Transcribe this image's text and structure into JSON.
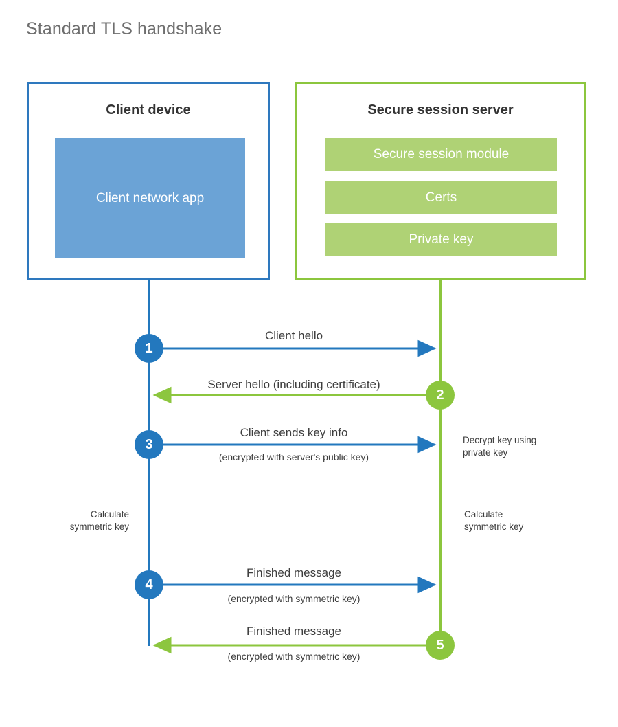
{
  "title": "Standard TLS handshake",
  "parties": {
    "client": {
      "title": "Client device",
      "app_label": "Client network app",
      "border_color": "#2E78BE",
      "fill_color": "#6BA3D6"
    },
    "server": {
      "title": "Secure session server",
      "border_color": "#8CC63E",
      "bar_color": "#AFD275",
      "components": [
        {
          "label": "Secure session module"
        },
        {
          "label": "Certs"
        },
        {
          "label": "Private key"
        }
      ]
    }
  },
  "steps": [
    {
      "number": "1",
      "label": "Client hello",
      "sublabel": "",
      "direction": "client-to-server",
      "color": "#2378BE"
    },
    {
      "number": "2",
      "label": "Server hello (including certificate)",
      "sublabel": "",
      "direction": "server-to-client",
      "color": "#8CC63E"
    },
    {
      "number": "3",
      "label": "Client sends key info",
      "sublabel": "(encrypted with server's public key)",
      "direction": "client-to-server",
      "color": "#2378BE"
    },
    {
      "number": "4",
      "label": "Finished message",
      "sublabel": "(encrypted with symmetric key)",
      "direction": "client-to-server",
      "color": "#2378BE"
    },
    {
      "number": "5",
      "label": "Finished message",
      "sublabel": "(encrypted with symmetric key)",
      "direction": "server-to-client",
      "color": "#8CC63E"
    }
  ],
  "annotations": {
    "server_decrypt": "Decrypt key using\nprivate key",
    "client_calculate": "Calculate\nsymmetric key",
    "server_calculate": "Calculate\nsymmetric key"
  },
  "colors": {
    "client_line": "#2378BE",
    "server_line": "#8CC63E",
    "title_text": "#6e6e6e",
    "body_text": "#3d3d3d",
    "background": "#ffffff"
  }
}
